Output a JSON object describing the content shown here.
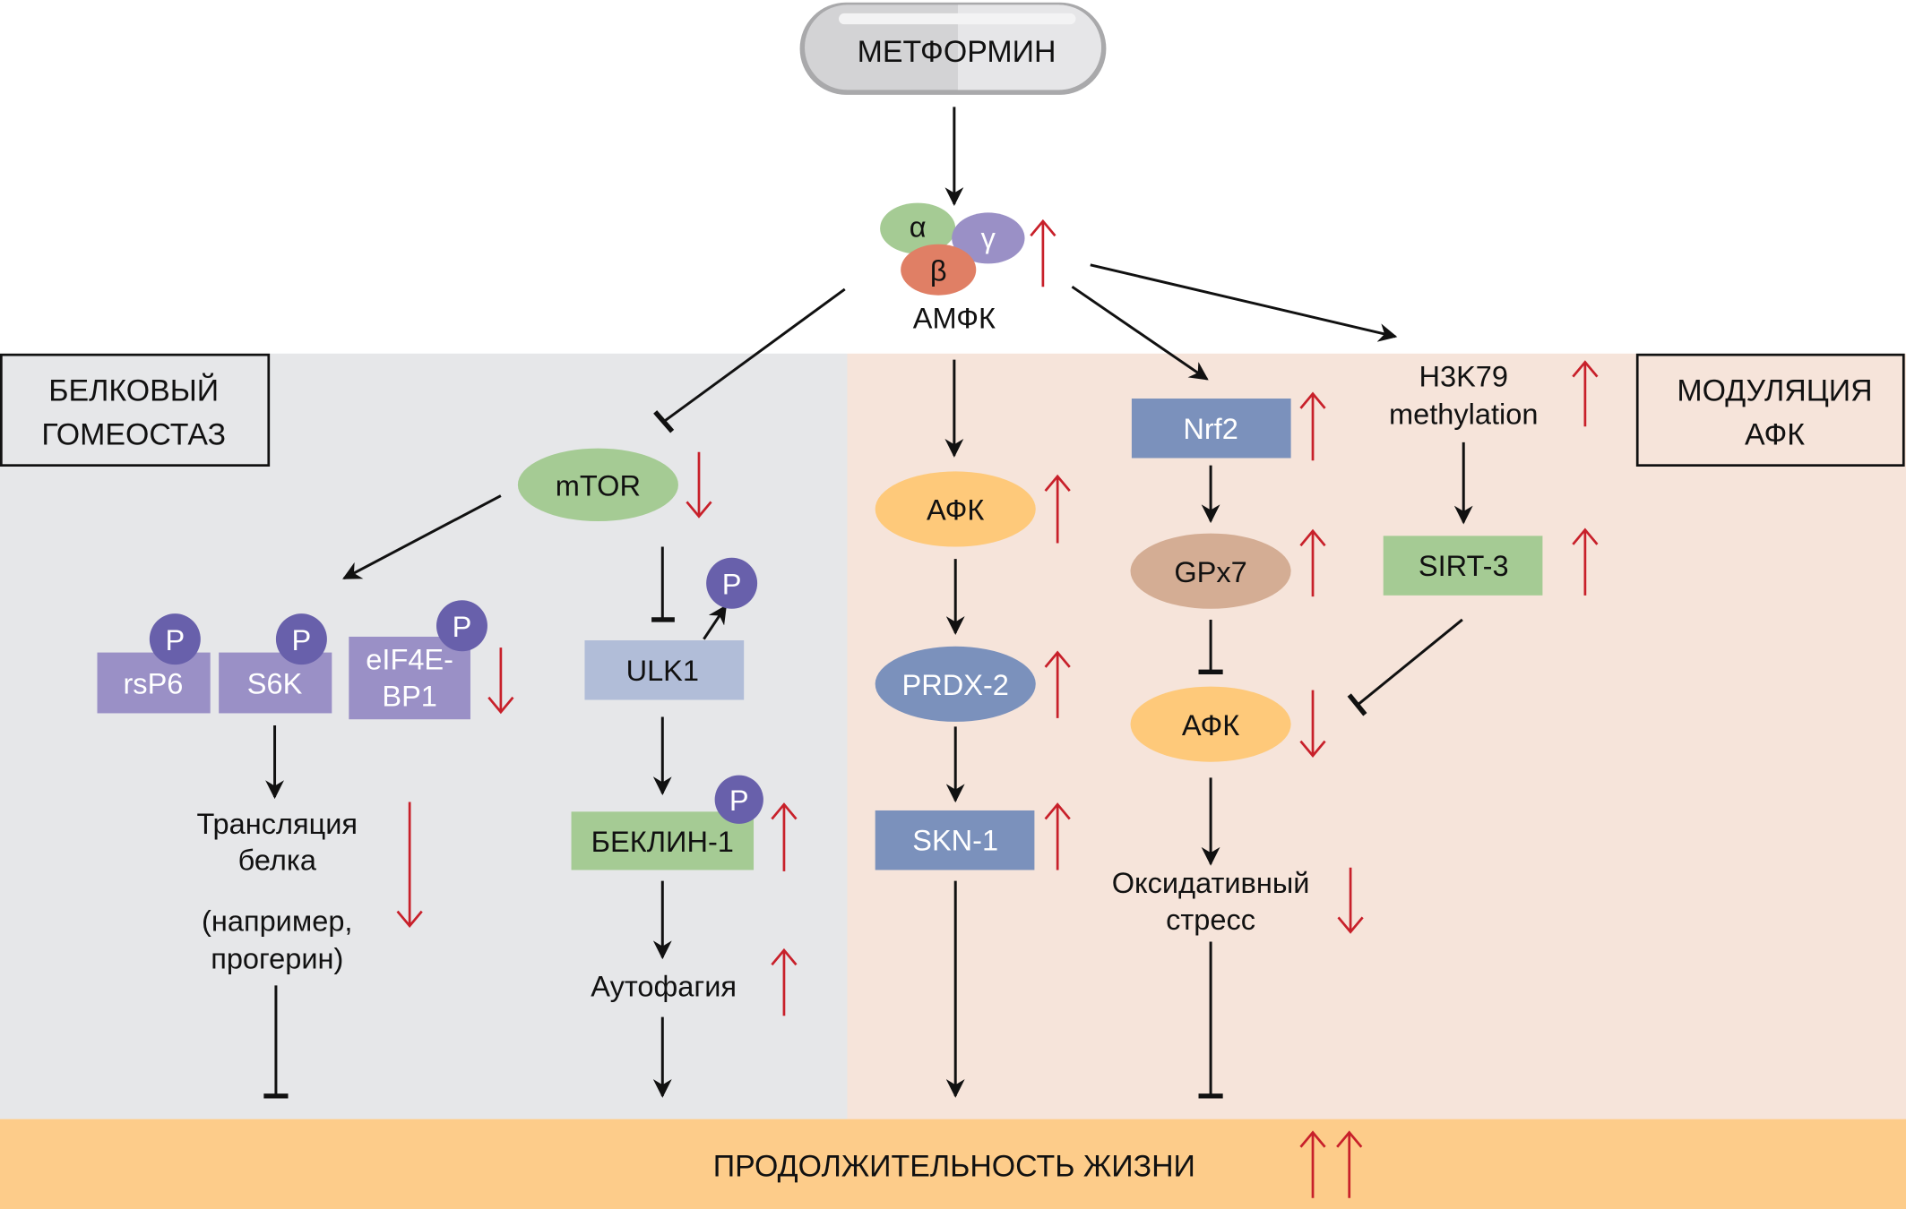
{
  "title_drug": "МЕТФОРМИН",
  "ampk": {
    "label": "АМФК",
    "subunits": {
      "alpha": "α",
      "beta": "β",
      "gamma": "γ"
    },
    "change": "up"
  },
  "sections": {
    "protein_homeostasis": [
      "БЕЛКОВЫЙ",
      "ГОМЕОСТАЗ"
    ],
    "ros_modulation": [
      "МОДУЛЯЦИЯ",
      "АФК"
    ]
  },
  "nodes": {
    "mtor": {
      "label": "mTOR",
      "change": "down"
    },
    "rsp6": {
      "label": "rsP6"
    },
    "s6k": {
      "label": "S6K"
    },
    "eif4ebp1": {
      "label": [
        "eIF4E-",
        "BP1"
      ],
      "change": "down"
    },
    "phospho": "P",
    "translation": {
      "label": [
        "Трансляция",
        "белка"
      ],
      "note": [
        "(например,",
        "прогерин)"
      ],
      "change": "down"
    },
    "ulk1": {
      "label": "ULK1"
    },
    "beclin1": {
      "label": "БЕКЛИН-1",
      "change": "up"
    },
    "autophagy": {
      "label": "Аутофагия",
      "change": "up"
    },
    "afk1": {
      "label": "АФК",
      "change": "up"
    },
    "prdx2": {
      "label": "PRDX-2",
      "change": "up"
    },
    "skn1": {
      "label": "SKN-1",
      "change": "up"
    },
    "nrf2": {
      "label": "Nrf2",
      "change": "up"
    },
    "gpx7": {
      "label": "GPx7",
      "change": "up"
    },
    "afk2": {
      "label": "АФК",
      "change": "down"
    },
    "oxidative_stress": {
      "label": [
        "Оксидативный",
        "стресс"
      ],
      "change": "down"
    },
    "h3k79": {
      "label": [
        "H3K79",
        "methylation"
      ],
      "change": "up"
    },
    "sirt3": {
      "label": "SIRT-3",
      "change": "up"
    }
  },
  "lifespan": {
    "label": "ПРОДОЛЖИТЕЛЬНОСТЬ ЖИЗНИ",
    "change": "up-up"
  },
  "colors": {
    "left_panel": "#e6e7e9",
    "right_panel": "#f6e4da",
    "lifespan_bar": "#fdcc8a",
    "red_arrow": "#c8202a",
    "green": "#a5cb94",
    "purple": "#9a90c6",
    "p_circle": "#6860ab",
    "ulk1": "#b1bdd8",
    "blue": "#7b91bc",
    "orange": "#fec97a",
    "gpx7": "#d4ad94",
    "beta": "#e07f65"
  }
}
